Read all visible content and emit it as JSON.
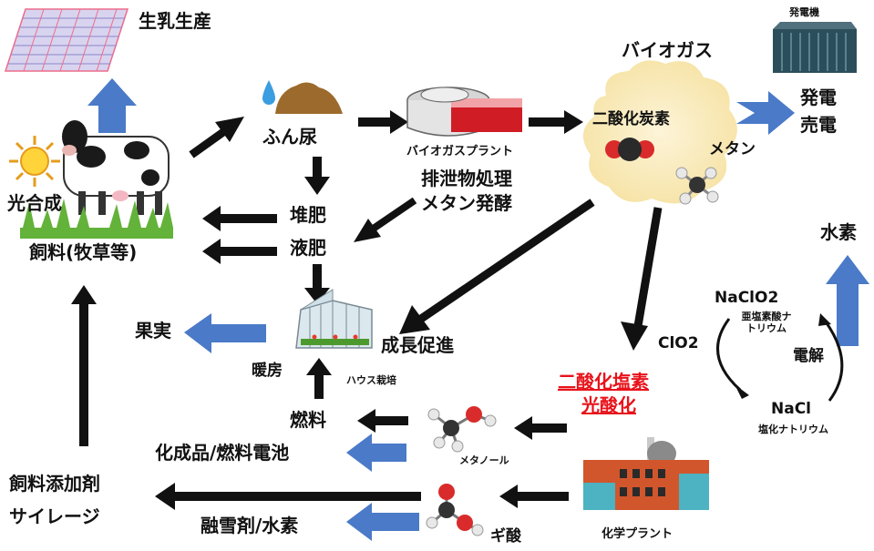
{
  "labels": {
    "milk_production": "生乳生産",
    "photosynthesis": "光合成",
    "feed": "飼料(牧草等)",
    "manure": "ふん尿",
    "compost": "堆肥",
    "liquid_fertilizer": "液肥",
    "biogas_plant": "バイオガスプラント",
    "excreta_treatment": "排泄物処理",
    "methane_fermentation": "メタン発酵",
    "biogas": "バイオガス",
    "co2": "二酸化炭素",
    "methane": "メタン",
    "generator": "発電機",
    "power_generation": "発電",
    "power_sales": "売電",
    "hydrogen": "水素",
    "naclo2": "NaClO2",
    "sodium_chlorite": "亜塩素酸ナトリウム",
    "clo2": "ClO2",
    "electrolysis": "電解",
    "nacl": "NaCl",
    "sodium_chloride": "塩化ナトリウム",
    "chlorine_dioxide": "二酸化塩素",
    "photo_oxidation": "光酸化",
    "fruit": "果実",
    "heating": "暖房",
    "greenhouse": "ハウス栽培",
    "growth_promotion": "成長促進",
    "fuel": "燃料",
    "chemicals_fuel_cell": "化成品/燃料電池",
    "methanol": "メタノール",
    "feed_additive": "飼料添加剤",
    "silage": "サイレージ",
    "snow_melting_hydrogen": "融雪剤/水素",
    "formic_acid": "ギ酸",
    "chemical_plant": "化学プラント"
  },
  "icons": [
    "sun-icon",
    "cow-icon",
    "milk-cartons-icon",
    "manure-pile-icon",
    "water-drop-icon",
    "biogas-plant-icon",
    "cloud-icon",
    "co2-molecule-icon",
    "methane-molecule-icon",
    "generator-icon",
    "greenhouse-icon",
    "methanol-molecule-icon",
    "formic-acid-molecule-icon",
    "chemical-plant-icon"
  ],
  "colors": {
    "blue_arrow": "#4a7ac8",
    "black_arrow": "#111111",
    "highlight_red": "#e8131b",
    "cloud": "#fbefc4"
  }
}
